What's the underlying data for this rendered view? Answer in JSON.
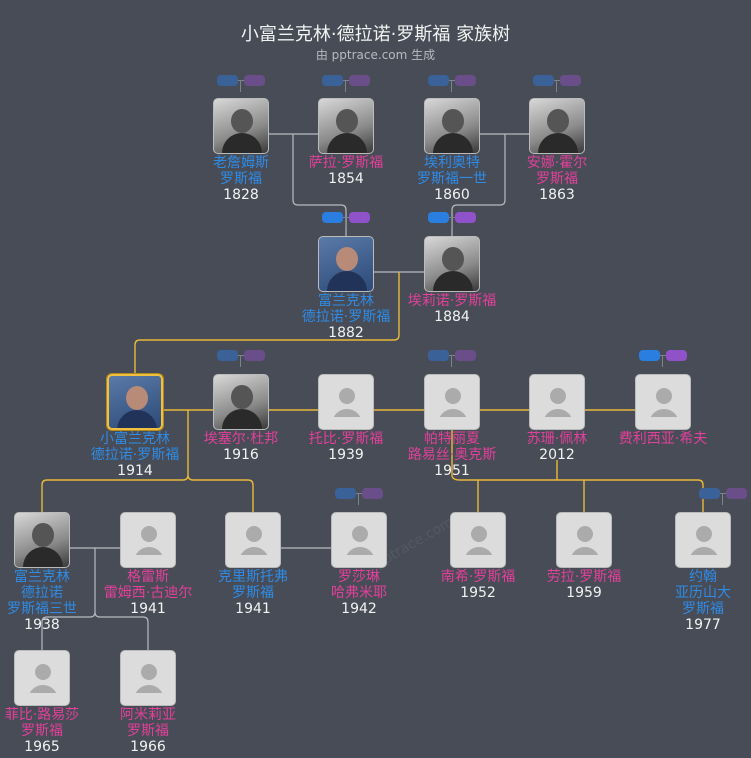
{
  "title": "小富兰克林·德拉诺·罗斯福 家族树",
  "subtitle": "由 pptrace.com 生成",
  "watermark": "pptrace.com",
  "colors": {
    "background": "#474c56",
    "male": "#2f8be6",
    "female": "#e2409a",
    "highlight_line": "#e8b83a",
    "line": "#b8bbc0"
  },
  "people": [
    {
      "name": [
        "老詹姆斯",
        "罗斯福"
      ],
      "year": "1828",
      "gender": "m",
      "photo": "bw"
    },
    {
      "name": [
        "萨拉·罗斯福"
      ],
      "year": "1854",
      "gender": "f",
      "photo": "bw"
    },
    {
      "name": [
        "埃利奥特",
        "罗斯福一世"
      ],
      "year": "1860",
      "gender": "m",
      "photo": "bw"
    },
    {
      "name": [
        "安娜·霍尔",
        "罗斯福"
      ],
      "year": "1863",
      "gender": "f",
      "photo": "bw"
    },
    {
      "name": [
        "富兰克林",
        "德拉诺·罗斯福"
      ],
      "year": "1882",
      "gender": "m",
      "photo": "color"
    },
    {
      "name": [
        "埃莉诺·罗斯福"
      ],
      "year": "1884",
      "gender": "f",
      "photo": "bw"
    },
    {
      "name": [
        "小富兰克林",
        "德拉诺·罗斯福"
      ],
      "year": "1914",
      "gender": "m",
      "photo": "color",
      "selected": true
    },
    {
      "name": [
        "埃塞尔·杜邦"
      ],
      "year": "1916",
      "gender": "f",
      "photo": "bw"
    },
    {
      "name": [
        "托比·罗斯福"
      ],
      "year": "1939",
      "gender": "f",
      "photo": "none"
    },
    {
      "name": [
        "帕特丽夏",
        "路易丝·奥克斯"
      ],
      "year": "1951",
      "gender": "f",
      "photo": "none"
    },
    {
      "name": [
        "苏珊·佩林"
      ],
      "year": "2012",
      "gender": "f",
      "photo": "none"
    },
    {
      "name": [
        "费利西亚·希夫"
      ],
      "year": "",
      "gender": "f",
      "photo": "none"
    },
    {
      "name": [
        "富兰克林",
        "德拉诺",
        "罗斯福三世"
      ],
      "year": "1938",
      "gender": "m",
      "photo": "bw"
    },
    {
      "name": [
        "格雷斯",
        "雷姆西·古迪尔"
      ],
      "year": "1941",
      "gender": "f",
      "photo": "none"
    },
    {
      "name": [
        "克里斯托弗",
        "罗斯福"
      ],
      "year": "1941",
      "gender": "m",
      "photo": "none"
    },
    {
      "name": [
        "罗莎琳",
        "哈弗米耶"
      ],
      "year": "1942",
      "gender": "f",
      "photo": "none"
    },
    {
      "name": [
        "南希·罗斯福"
      ],
      "year": "1952",
      "gender": "f",
      "photo": "none"
    },
    {
      "name": [
        "劳拉·罗斯福"
      ],
      "year": "1959",
      "gender": "f",
      "photo": "none"
    },
    {
      "name": [
        "约翰",
        "亚历山大",
        "罗斯福"
      ],
      "year": "1977",
      "gender": "m",
      "photo": "none"
    },
    {
      "name": [
        "菲比·路易莎",
        "罗斯福"
      ],
      "year": "1965",
      "gender": "f",
      "photo": "none"
    },
    {
      "name": [
        "阿米莉亚",
        "罗斯福"
      ],
      "year": "1966",
      "gender": "f",
      "photo": "none"
    }
  ]
}
